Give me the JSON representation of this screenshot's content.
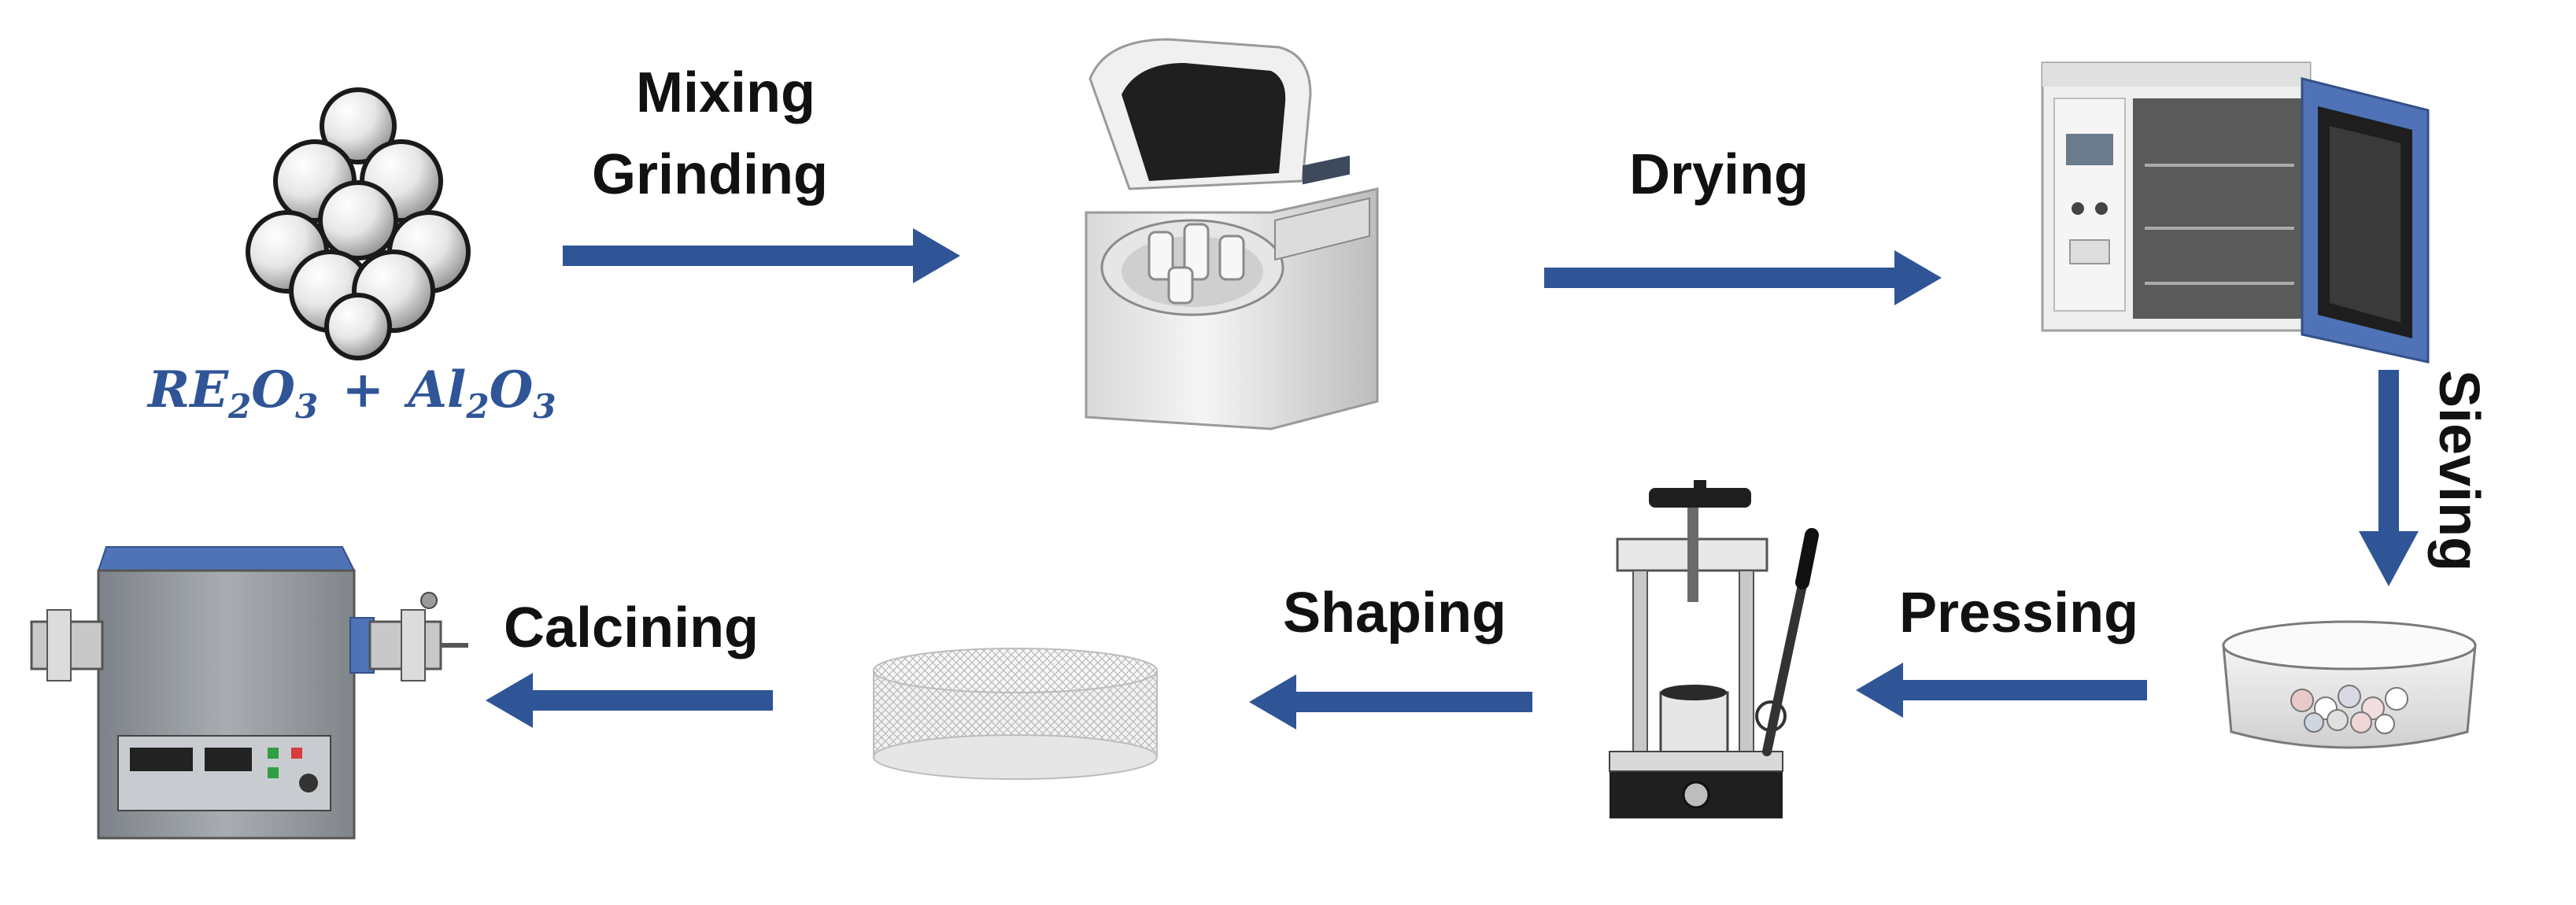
{
  "colors": {
    "arrow": "#2f5597",
    "formula": "#2f5597",
    "steel": "#8a9096",
    "blue_panel": "#4f73b6"
  },
  "formula": {
    "re": "RE",
    "plus": "+",
    "al": "Al",
    "o": "O",
    "sub2": "2",
    "sub3": "3"
  },
  "steps": {
    "mixing": "Mixing",
    "grinding": "Grinding",
    "drying": "Drying",
    "sieving": "Sieving",
    "pressing": "Pressing",
    "shaping": "Shaping",
    "calcining": "Calcining"
  },
  "icons": {
    "powder": "powder-spheres-icon",
    "mill": "ball-mill-icon",
    "oven": "drying-oven-icon",
    "sieve": "sieve-dish-icon",
    "press": "hydraulic-press-icon",
    "pellet": "pellet-disc-icon",
    "furnace": "tube-furnace-icon"
  }
}
